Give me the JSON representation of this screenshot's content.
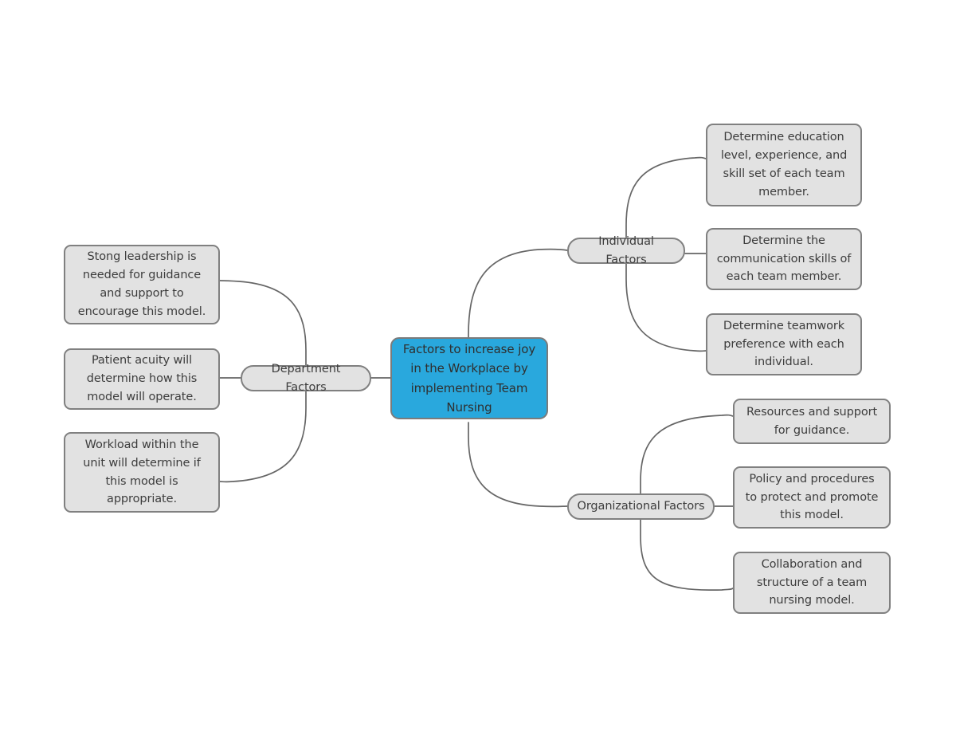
{
  "diagram": {
    "type": "mind-map",
    "title": "Factors to increase joy in the Workplace by implementing Team Nursing",
    "colors": {
      "central_fill": "#29a8dd",
      "node_fill": "#e2e2e2",
      "node_border": "#808080",
      "connector": "#666666",
      "text": "#3d3d3d",
      "background": "#ffffff"
    },
    "central": {
      "label": "Factors to increase joy in the Workplace by implementing Team Nursing"
    },
    "branches": [
      {
        "id": "department-factors",
        "label": "Department Factors",
        "side": "left",
        "children": [
          {
            "id": "dept-leadership",
            "label": "Stong leadership is needed for guidance and support to encourage this model."
          },
          {
            "id": "dept-acuity",
            "label": "Patient acuity will determine how this model will operate."
          },
          {
            "id": "dept-workload",
            "label": "Workload within the unit will determine if this model is appropriate."
          }
        ]
      },
      {
        "id": "individual-factors",
        "label": "Individual Factors",
        "side": "right",
        "children": [
          {
            "id": "indiv-education",
            "label": "Determine education level, experience, and skill set of each team member."
          },
          {
            "id": "indiv-communication",
            "label": "Determine the communication skills of each team member."
          },
          {
            "id": "indiv-teamwork",
            "label": "Determine teamwork preference with each individual."
          }
        ]
      },
      {
        "id": "organizational-factors",
        "label": "Organizational Factors",
        "side": "right",
        "children": [
          {
            "id": "org-resources",
            "label": "Resources and support for guidance."
          },
          {
            "id": "org-policy",
            "label": "Policy and procedures to protect and promote this model."
          },
          {
            "id": "org-collaboration",
            "label": "Collaboration and structure of a team nursing model."
          }
        ]
      }
    ]
  }
}
